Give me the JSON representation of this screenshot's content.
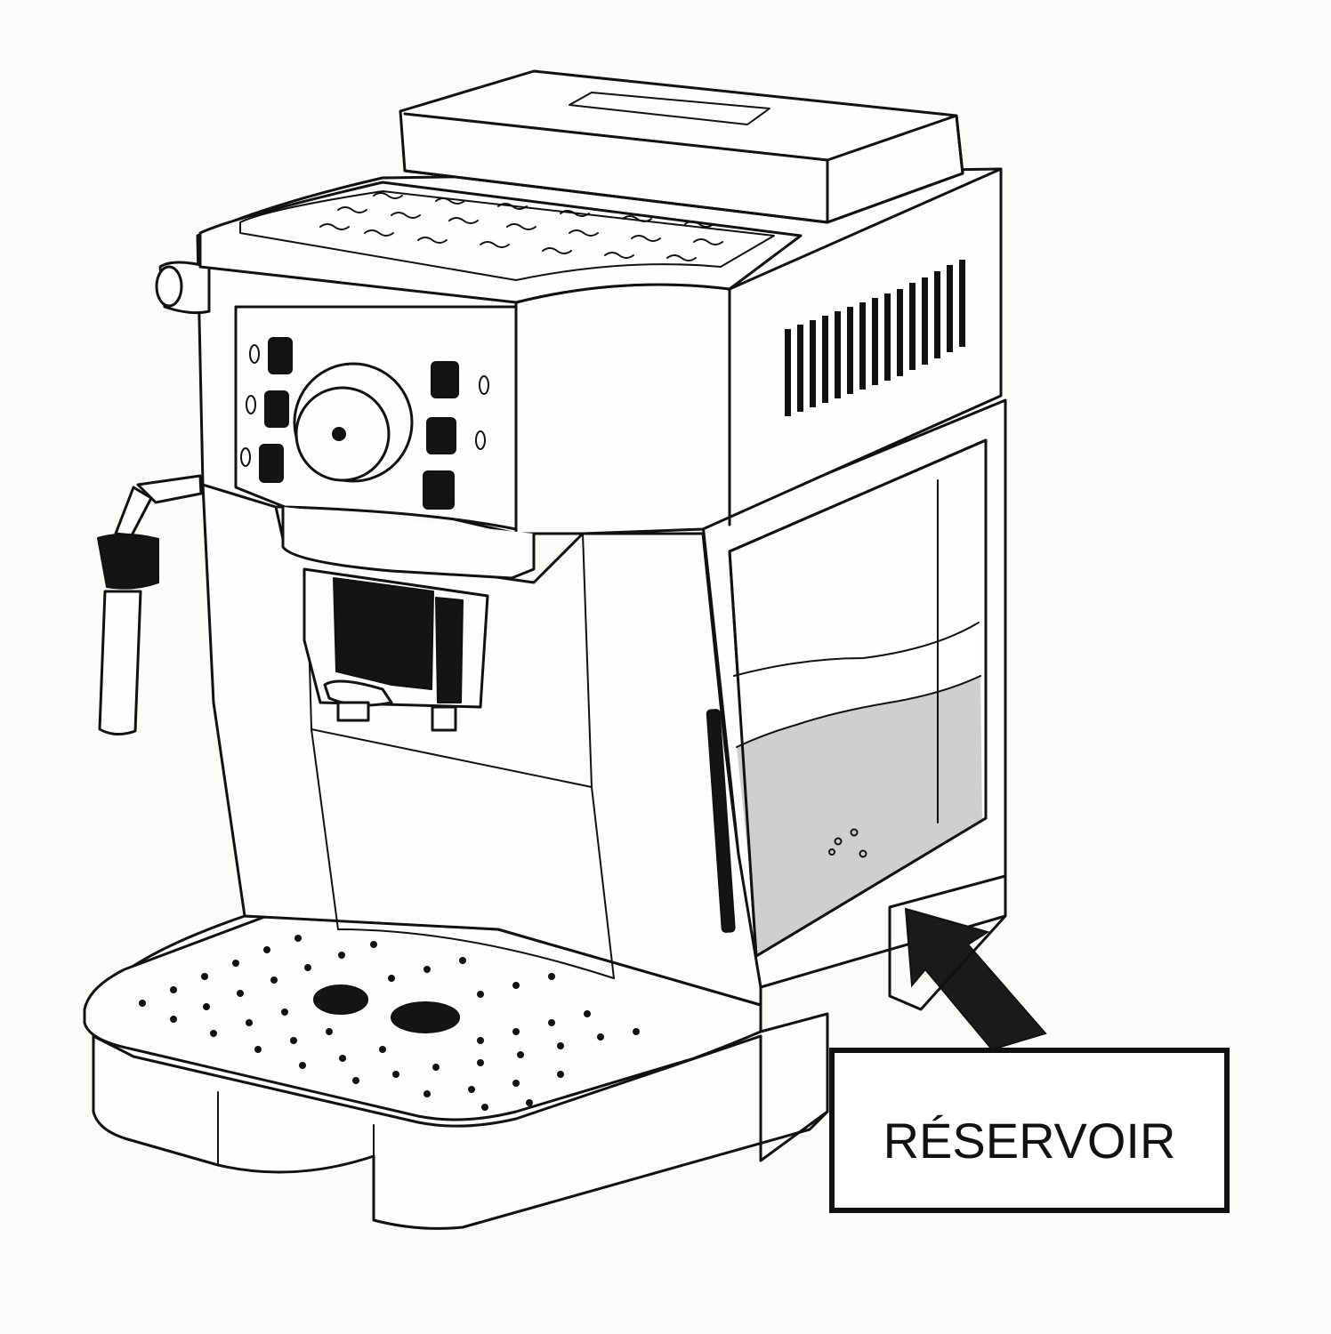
{
  "diagram": {
    "callouts": [
      {
        "id": "reservoir",
        "label": "RÉSERVOIR",
        "points_to": "water-tank"
      }
    ]
  },
  "colors": {
    "ink": "#111111",
    "background": "#fbfbf9",
    "water": "#cfcfcf"
  }
}
